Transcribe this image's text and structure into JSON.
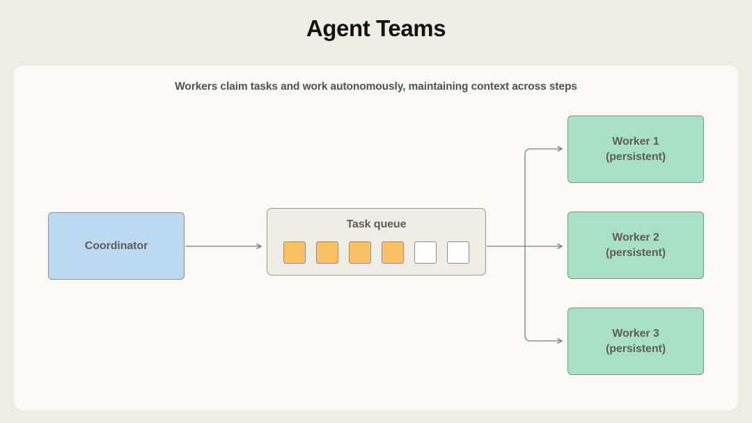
{
  "page": {
    "title": "Agent Teams",
    "background_color": "#efece5",
    "card_background_color": "#faf9f6"
  },
  "diagram": {
    "subtitle": "Workers claim tasks and work autonomously, maintaining context across steps",
    "coordinator": {
      "label": "Coordinator",
      "fill_color": "#bcd9f2",
      "border_color": "#8d8d8d"
    },
    "task_queue": {
      "label": "Task queue",
      "fill_color": "#efece5",
      "border_color": "#9a9790",
      "filled_color": "#f9c064",
      "empty_color": "#fdfdfb",
      "slots": [
        {
          "state": "filled"
        },
        {
          "state": "filled"
        },
        {
          "state": "filled"
        },
        {
          "state": "filled"
        },
        {
          "state": "empty"
        },
        {
          "state": "empty"
        }
      ],
      "filled_count": 4,
      "total_count": 6
    },
    "workers": [
      {
        "name": "Worker 1",
        "status": "(persistent)",
        "fill_color": "#a7e0c7"
      },
      {
        "name": "Worker 2",
        "status": "(persistent)",
        "fill_color": "#a7e0c7"
      },
      {
        "name": "Worker 3",
        "status": "(persistent)",
        "fill_color": "#a7e0c7"
      }
    ],
    "connectors": {
      "stroke_color": "#7d7a76",
      "coordinator_to_queue": "arrow",
      "queue_to_workers": "branching-arrows"
    }
  }
}
